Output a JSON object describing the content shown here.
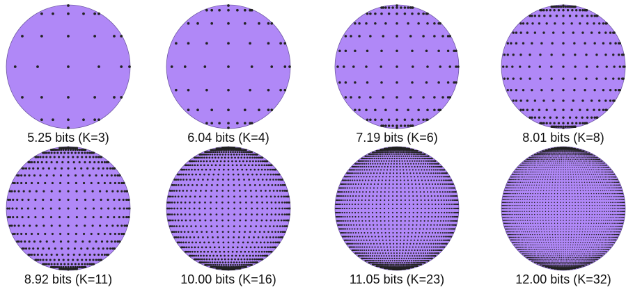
{
  "figure": {
    "disk_fill": "#b088f7",
    "disk_stroke": "#6f59a3",
    "point_color": "#222222",
    "panels": [
      {
        "caption": "5.25 bits (K=3)",
        "K": 3
      },
      {
        "caption": "6.04 bits (K=4)",
        "K": 4
      },
      {
        "caption": "7.19 bits (K=6)",
        "K": 6
      },
      {
        "caption": "8.01 bits (K=8)",
        "K": 8
      },
      {
        "caption": "8.92 bits (K=11)",
        "K": 11
      },
      {
        "caption": "10.00 bits (K=16)",
        "K": 16
      },
      {
        "caption": "11.05 bits (K=23)",
        "K": 23
      },
      {
        "caption": "12.00 bits (K=32)",
        "K": 32
      }
    ]
  }
}
